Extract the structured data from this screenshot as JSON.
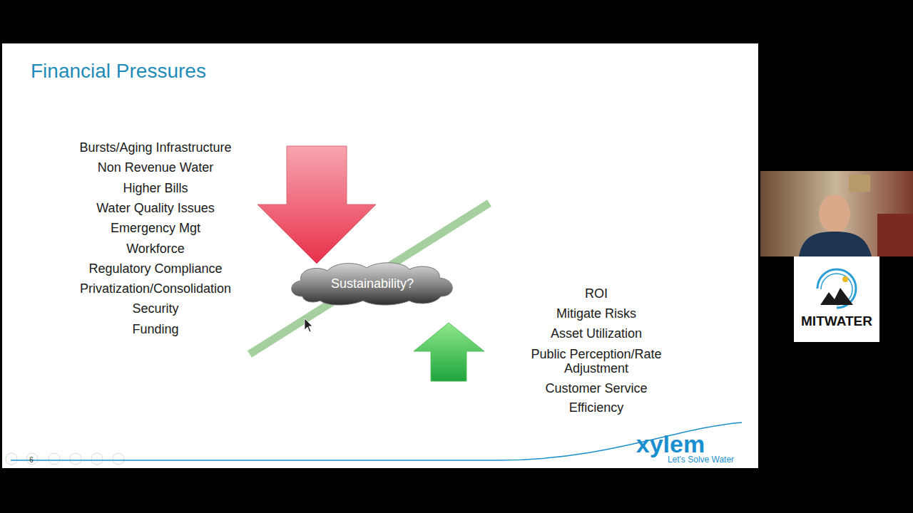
{
  "diagram": {
    "title": "Financial Pressures",
    "nodes": [
      {
        "text": [
          "Sustainability?"
        ]
      }
    ],
    "labels": [
      "Bursts/Aging Infrastructure",
      "Non Revenue Water",
      "Higher Bills",
      "Water Quality Issues",
      "Emergency Mgt",
      "Workforce",
      "Regulatory Compliance",
      "Privatization/Consolidation",
      "Security",
      "Funding",
      "ROI",
      "Mitigate Risks",
      "Asset Utilization",
      "Public Perception/Rate Adjustment",
      "Customer Service",
      "Efficiency",
      "6",
      "xylem",
      "Let's Solve Water",
      "MITWATER"
    ]
  }
}
